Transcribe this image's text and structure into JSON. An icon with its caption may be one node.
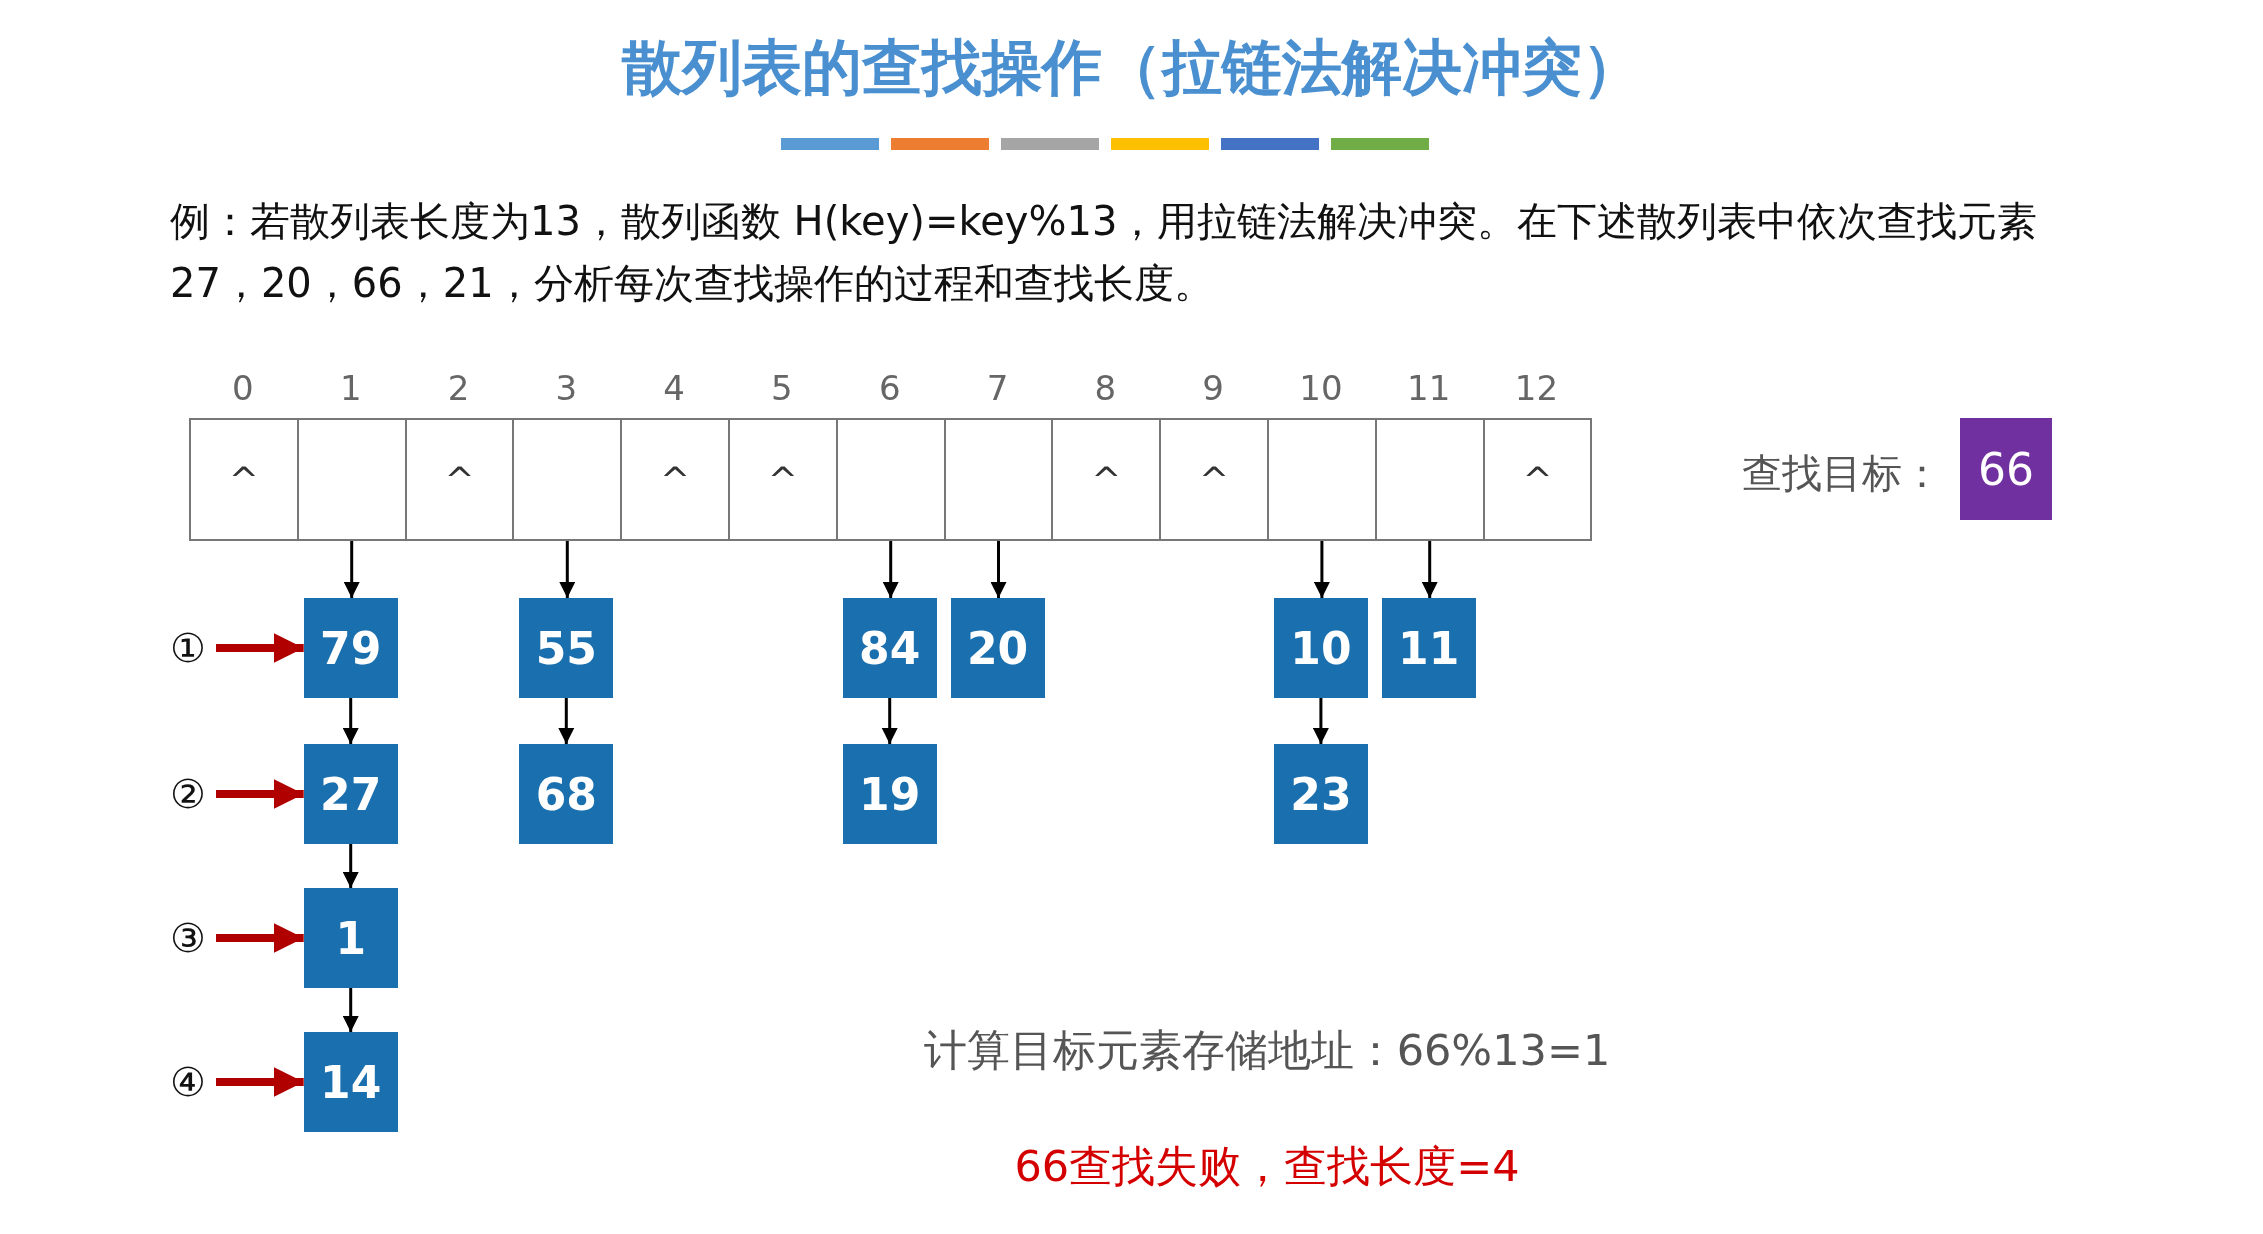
{
  "diagram": {
    "title": "散列表的查找操作（拉链法解决冲突）",
    "nodes": [
      {
        "text": [
          "^"
        ]
      },
      {
        "text": [],
        "shape": "box"
      },
      {
        "text": [
          "^"
        ]
      },
      {
        "text": [],
        "shape": "box"
      },
      {
        "text": [
          "^"
        ]
      },
      {
        "text": [
          "^"
        ]
      },
      {
        "text": [],
        "shape": "box"
      },
      {
        "text": [],
        "shape": "box"
      },
      {
        "text": [
          "^"
        ]
      },
      {
        "text": [
          "^"
        ]
      },
      {
        "text": [],
        "shape": "box"
      },
      {
        "text": [],
        "shape": "box"
      },
      {
        "text": [
          "^"
        ]
      },
      {
        "text": [
          "79"
        ]
      },
      {
        "text": [
          "27"
        ]
      },
      {
        "text": [
          "1"
        ]
      },
      {
        "text": [
          "14"
        ]
      },
      {
        "text": [
          "55"
        ]
      },
      {
        "text": [
          "68"
        ]
      },
      {
        "text": [
          "84"
        ]
      },
      {
        "text": [
          "19"
        ]
      },
      {
        "text": [
          "20"
        ]
      },
      {
        "text": [
          "10"
        ]
      },
      {
        "text": [
          "23"
        ]
      },
      {
        "text": [
          "11"
        ]
      },
      {
        "text": [
          "①"
        ]
      },
      {
        "text": [
          "②"
        ]
      },
      {
        "text": [
          "③"
        ]
      },
      {
        "text": [
          "④"
        ]
      },
      {
        "text": [
          "66"
        ],
        "beside": [
          "查找目标："
        ]
      }
    ],
    "edges": [
      {
        "from": 1,
        "to": 13,
        "arrow": "to"
      },
      {
        "from": 13,
        "to": 14,
        "arrow": "to"
      },
      {
        "from": 14,
        "to": 15,
        "arrow": "to"
      },
      {
        "from": 15,
        "to": 16,
        "arrow": "to"
      },
      {
        "from": 3,
        "to": 17,
        "arrow": "to"
      },
      {
        "from": 17,
        "to": 18,
        "arrow": "to"
      },
      {
        "from": 6,
        "to": 19,
        "arrow": "to"
      },
      {
        "from": 19,
        "to": 20,
        "arrow": "to"
      },
      {
        "from": 7,
        "to": 21,
        "arrow": "to"
      },
      {
        "from": 10,
        "to": 22,
        "arrow": "to"
      },
      {
        "from": 22,
        "to": 23,
        "arrow": "to"
      },
      {
        "from": 11,
        "to": 24,
        "arrow": "to"
      },
      {
        "from": 25,
        "to": 13,
        "arrow": "to",
        "style": "thick",
        "color": "#b00000"
      },
      {
        "from": 26,
        "to": 14,
        "arrow": "to",
        "style": "thick",
        "color": "#b00000"
      },
      {
        "from": 27,
        "to": 15,
        "arrow": "to",
        "style": "thick",
        "color": "#b00000"
      },
      {
        "from": 28,
        "to": 16,
        "arrow": "to",
        "style": "thick",
        "color": "#b00000"
      }
    ],
    "labels": [
      "例：若散列表长度为13，散列函数 H(key)=key%13，用拉链法解决冲突。在下述散列表中依次查找元素 27，20，66，21，分析每次查找操作的过程和查找长度。",
      "0",
      "1",
      "2",
      "3",
      "4",
      "5",
      "6",
      "7",
      "8",
      "9",
      "10",
      "11",
      "12",
      "计算目标元素存储地址：66%13=1",
      "66查找失败，查找长度=4"
    ]
  }
}
